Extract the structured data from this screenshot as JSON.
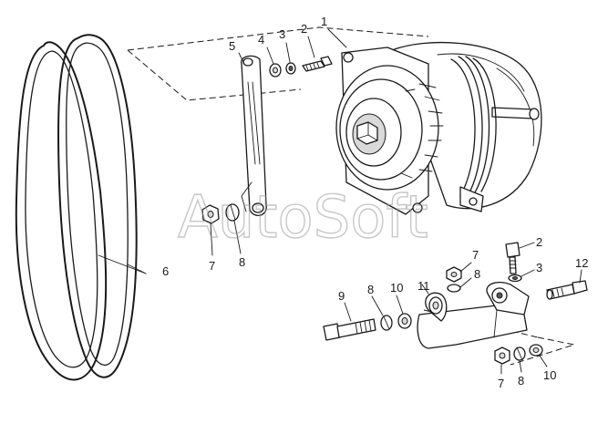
{
  "watermark": "AutoSoft",
  "callouts": {
    "c1": "1",
    "c2_top": "2",
    "c3_top": "3",
    "c4": "4",
    "c5": "5",
    "c6": "6",
    "c7_left": "7",
    "c8_left": "8",
    "c7_mid": "7",
    "c8_mid": "8",
    "c2_right": "2",
    "c3_right": "3",
    "c12": "12",
    "c9": "9",
    "c8_bolt": "8",
    "c10_bolt": "10",
    "c11": "11",
    "c7_bottom": "7",
    "c8_bottom": "8",
    "c10_bottom": "10"
  },
  "colors": {
    "ink": "#1a1a1a",
    "watermark": "#9a9a9a",
    "background": "#ffffff"
  }
}
